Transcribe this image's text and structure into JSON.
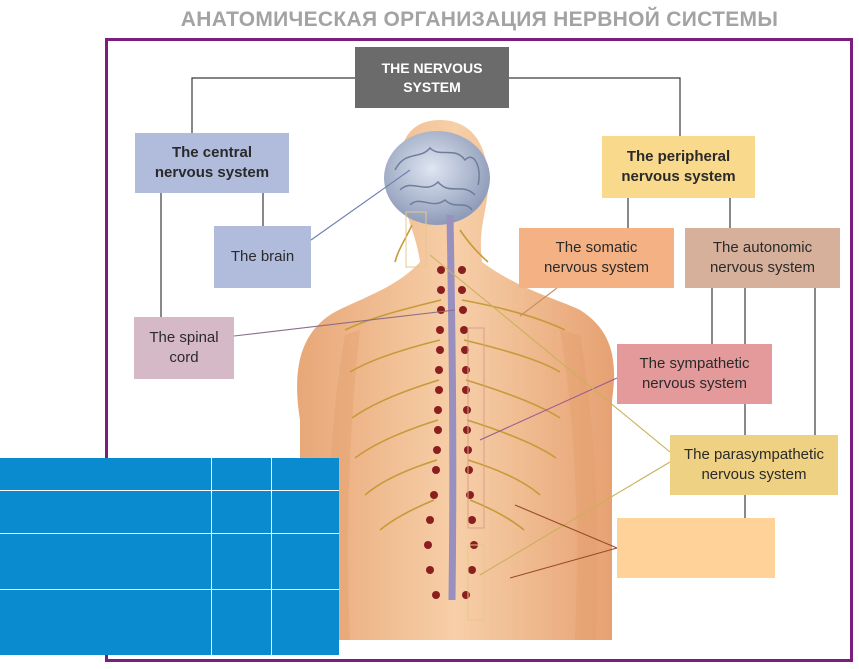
{
  "header": {
    "title": "АНАТОМИЧЕСКАЯ ОРГАНИЗАЦИЯ НЕРВНОЙ СИСТЕМЫ"
  },
  "colors": {
    "frame": "#7a1f7e",
    "table_fill": "#0b8bcf"
  },
  "boxes": {
    "nervous_system": "THE NERVOUS\nSYSTEM",
    "central": "The central\nnervous system",
    "brain": "The brain",
    "spinal_cord": "The spinal\ncord",
    "peripheral": "The peripheral\nnervous system",
    "somatic": "The somatic\nnervous system",
    "autonomic": "The autonomic\nnervous system",
    "sympathetic": "The sympathetic\nnervous system",
    "parasympathetic": "The parasympathetic\nnervous system",
    "blank_box": ""
  },
  "table": {
    "rows": 4,
    "columns": 3
  }
}
